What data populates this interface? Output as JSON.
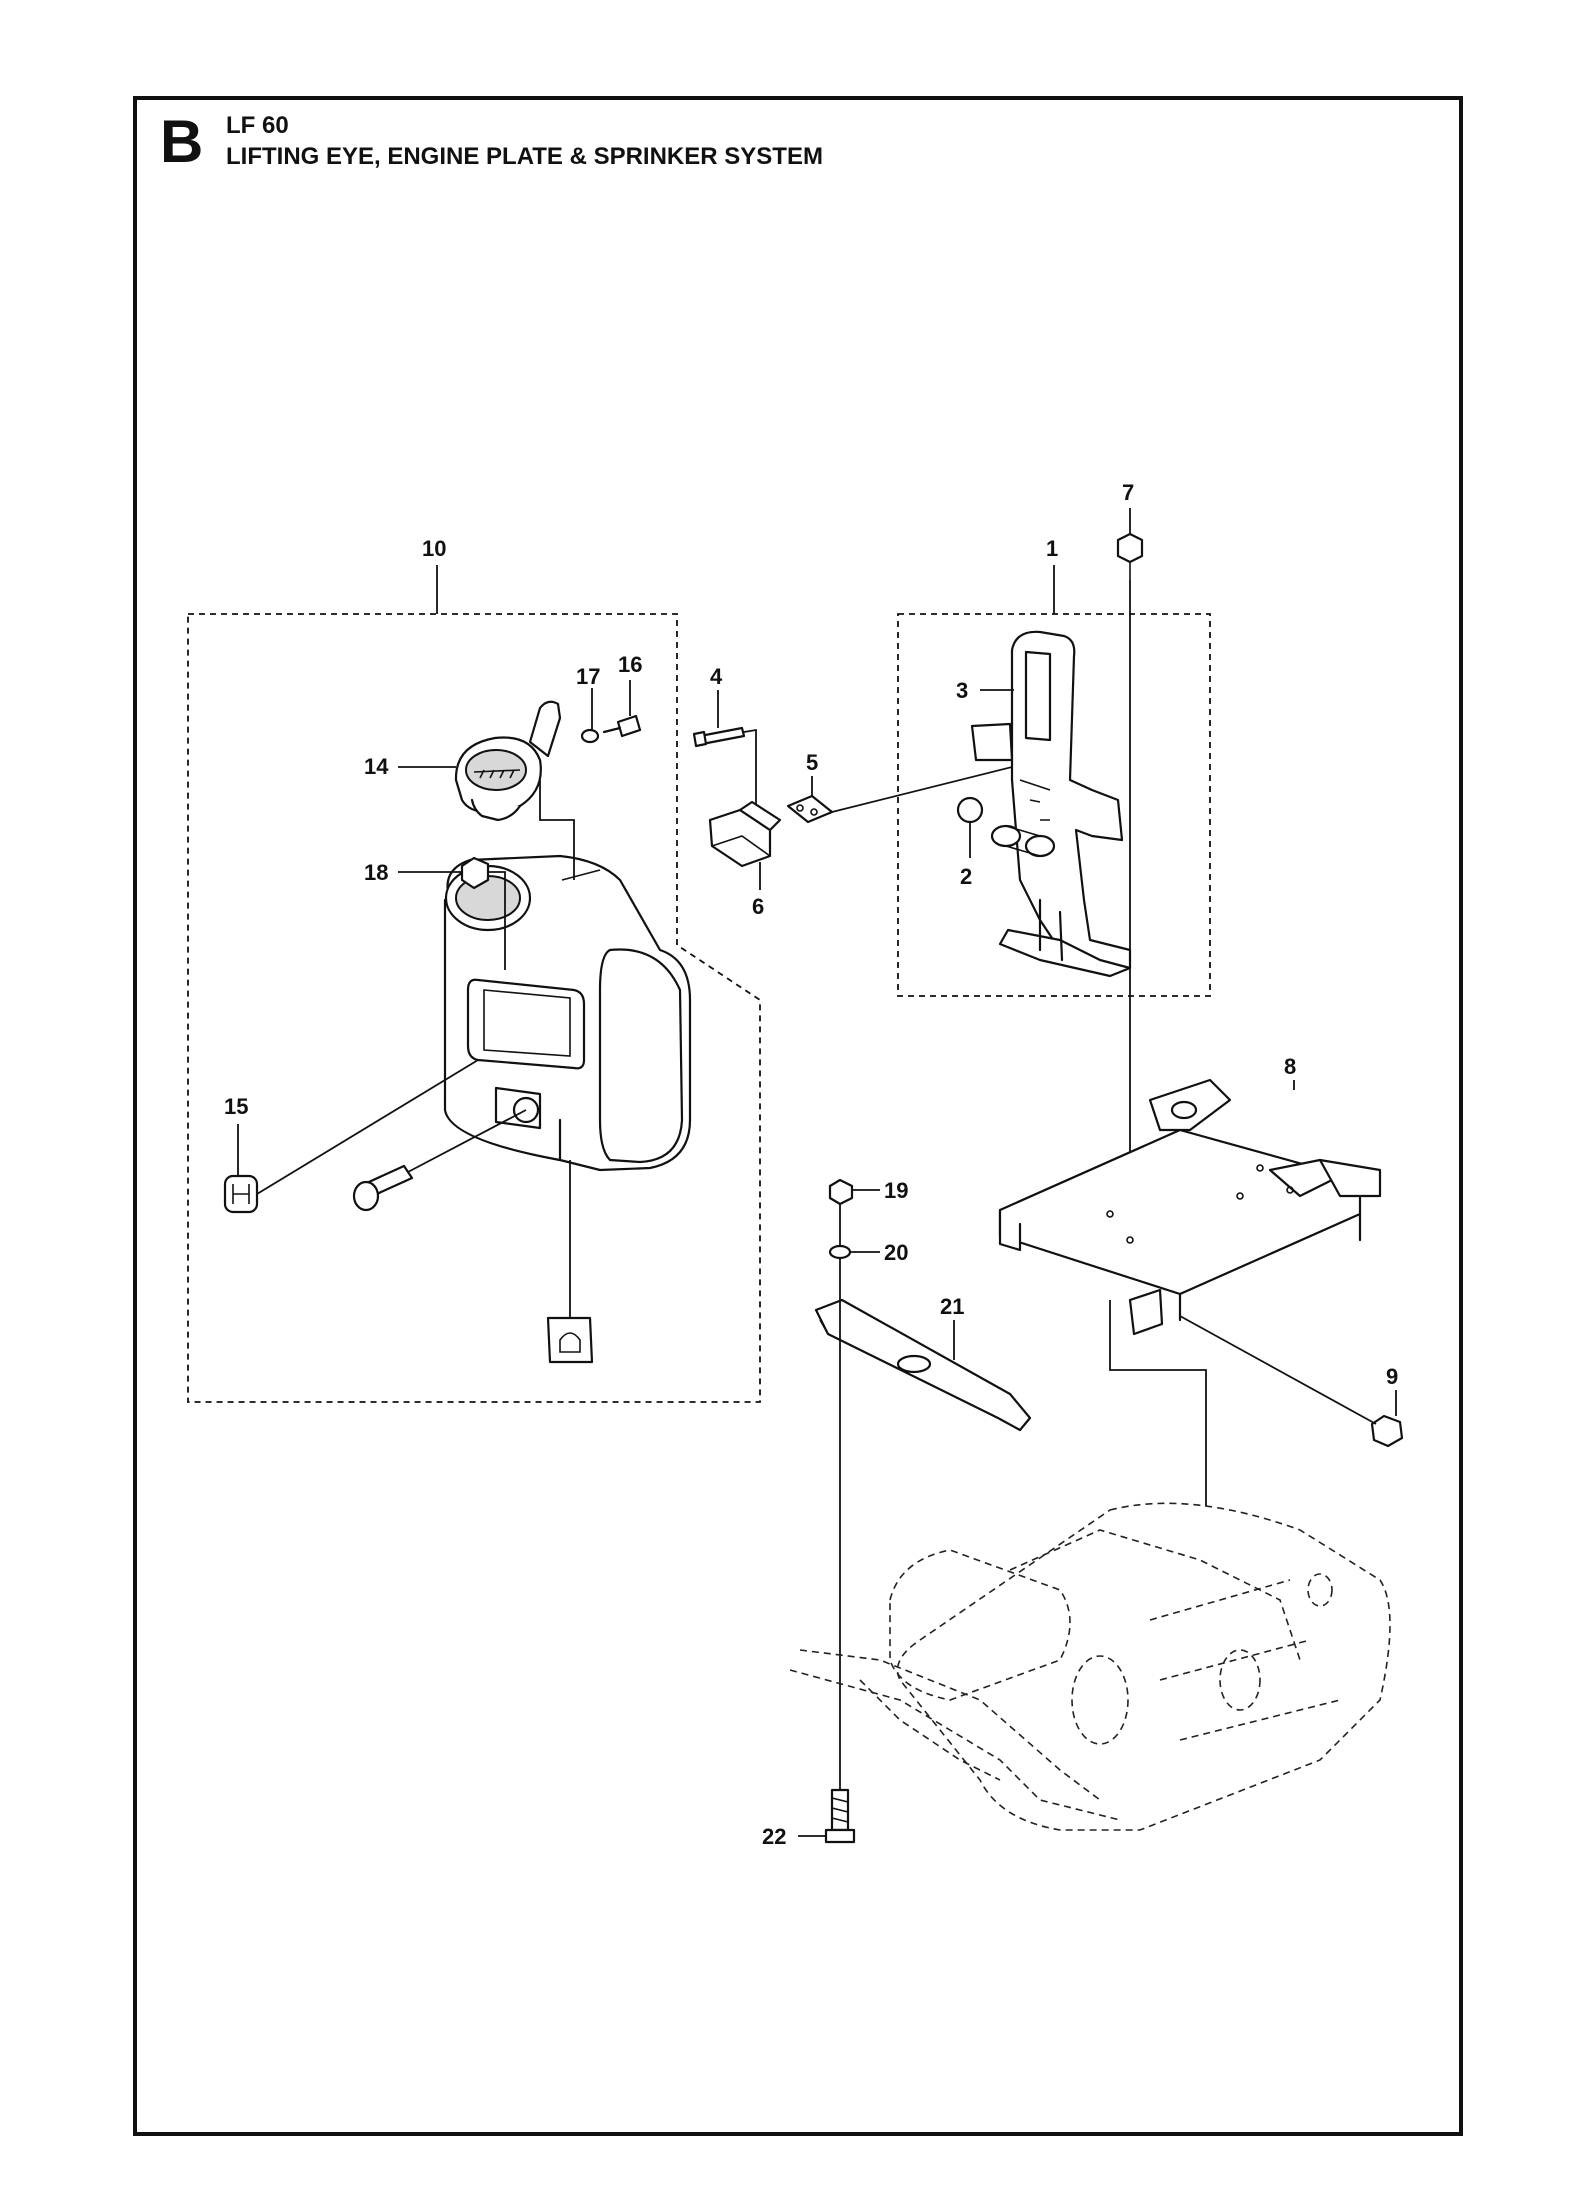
{
  "header": {
    "section_letter": "B",
    "model": "LF 60",
    "title": "LIFTING EYE, ENGINE PLATE & SPRINKER SYSTEM"
  },
  "callouts": [
    "1",
    "2",
    "3",
    "4",
    "5",
    "6",
    "7",
    "8",
    "9",
    "10",
    "14",
    "15",
    "16",
    "17",
    "18",
    "19",
    "20",
    "21",
    "22"
  ]
}
